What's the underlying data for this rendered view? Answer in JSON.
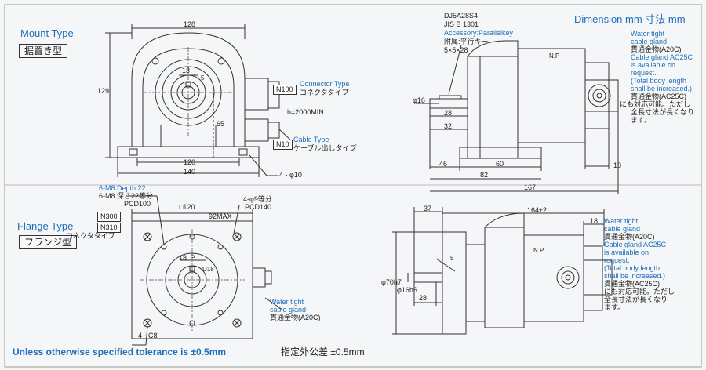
{
  "headings": {
    "mount_type_en": "Mount Type",
    "mount_type_jp": "据置き型",
    "flange_type_en": "Flange Type",
    "flange_type_jp": "フランジ型",
    "dimension_title": "Dimension mm 寸法 mm",
    "tolerance_en": "Unless otherwise specified tolerance is ±0.5mm",
    "tolerance_jp": "指定外公差 ±0.5mm"
  },
  "mount_front": {
    "dims": [
      "128",
      "13",
      "5",
      "129",
      "65",
      "120",
      "140",
      "4 - φ10"
    ],
    "tags": [
      "N100",
      "N10"
    ],
    "connector_type_en": "Connector Type",
    "connector_type_jp": "コネクタタイプ",
    "cable_length": "h=2000MIN",
    "cable_type_en": "Cable Type",
    "cable_type_jp": "ケーブル出しタイプ"
  },
  "mount_side": {
    "key_spec": [
      "DJ5A28S4",
      "JIS B 1301"
    ],
    "key_label_en": "Accessory:Parallelkey",
    "key_label_jp": "附属:平行キー",
    "key_size": "5×5×28",
    "shaft_dia": "φ16",
    "dims": [
      "28",
      "32",
      "46",
      "60",
      "82",
      "167",
      "18"
    ],
    "box_label": "N.P",
    "notes": [
      "Water tight",
      "cable gland",
      "貫通金物(A20C)",
      "Cable gland AC25C",
      "is available on",
      "request.",
      "(Total body length",
      "shall be increased.)",
      "貫通金物(AC25C)",
      "にも対応可能。ただし",
      "全長寸法が長くなり",
      "ます。"
    ]
  },
  "flange_front": {
    "depth_en": "6-M8 Depth 22",
    "depth_jp": "6-M8 深さ22等分",
    "pcd100": "PCD100",
    "tags": [
      "N300",
      "N310"
    ],
    "connector_type_jp": "コネクタタイプ",
    "sq120": "□120",
    "max92": "92MAX",
    "holes_4": "4-φ9等分",
    "pcd140": "PCD140",
    "dims": [
      "18",
      "5",
      "D18",
      "4 - C8"
    ],
    "gland_notes": [
      "Water tight",
      "cable gland",
      "貫通金物(A20C)"
    ]
  },
  "flange_side": {
    "dims": [
      "37",
      "164±2",
      "18",
      "φ70h7",
      "φ16h6",
      "28",
      "5"
    ],
    "box_label": "N.P",
    "notes": [
      "Water tight",
      "cable gland",
      "貫通金物(A20C)",
      "Cable gland AC25C",
      "is available on",
      "request.",
      "(Total body length",
      "shall be increased.)",
      "貫通金物(AC25C)",
      "にも対応可能。ただし",
      "全長寸法が長くなり",
      "ます。"
    ]
  }
}
